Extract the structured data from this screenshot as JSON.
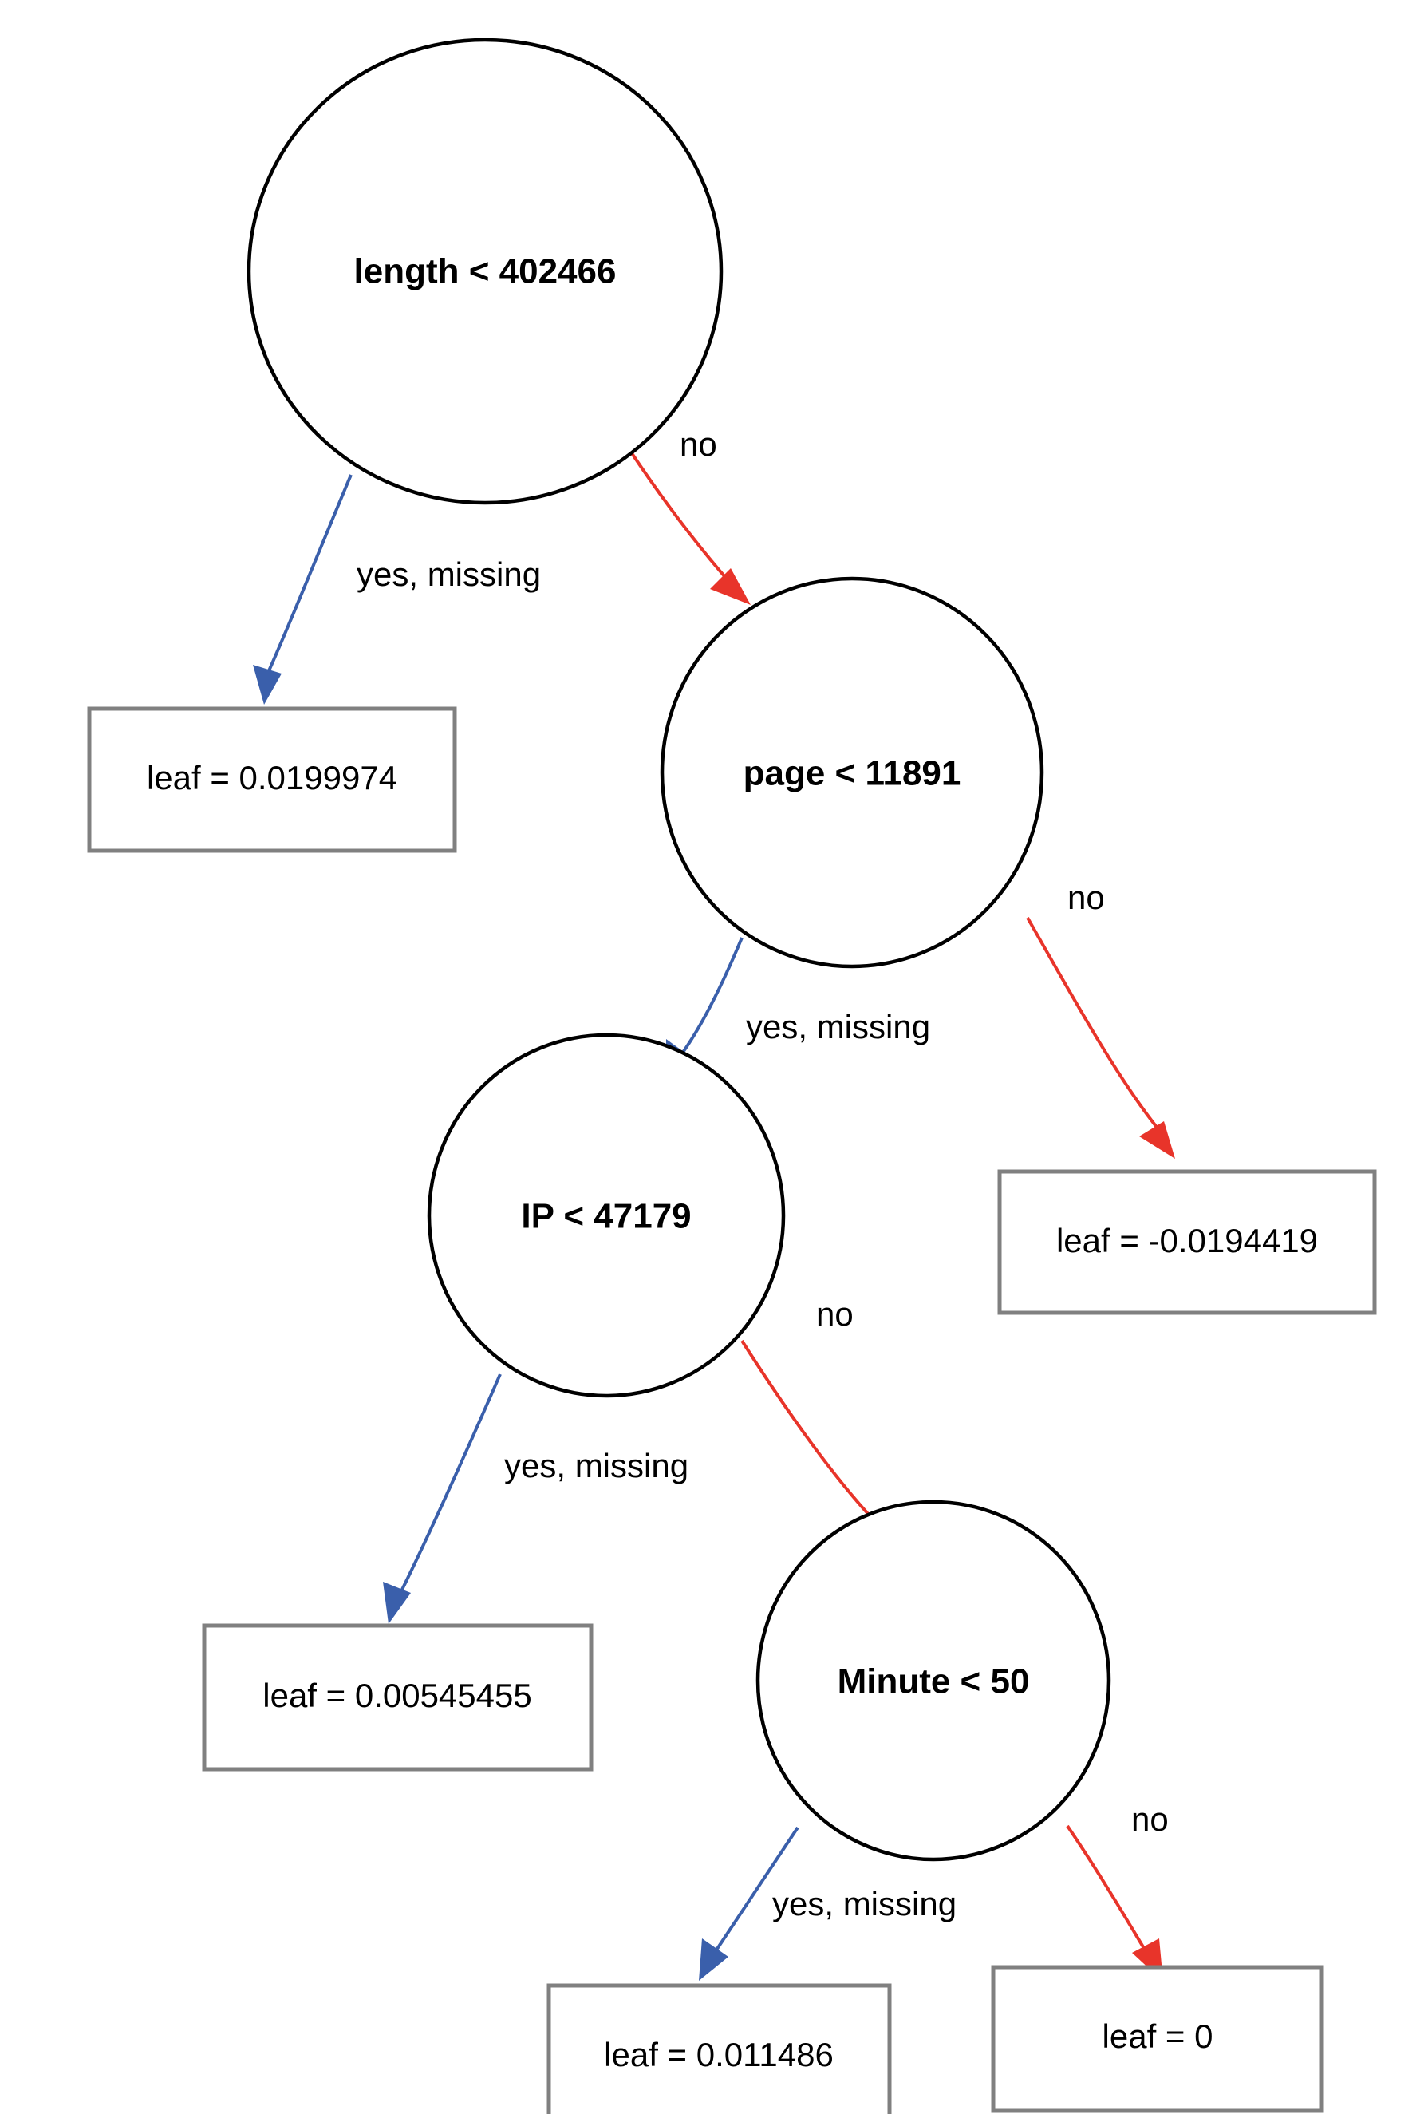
{
  "diagram": {
    "type": "decision-tree",
    "title": "",
    "colors": {
      "yes_edge": "#3a5fab",
      "no_edge": "#e8342a",
      "node_stroke": "#000000",
      "leaf_stroke": "#808080",
      "background": "#ffffff",
      "text": "#000000"
    },
    "edge_labels": {
      "yes": "yes, missing",
      "no": "no"
    },
    "nodes": [
      {
        "id": "n0",
        "kind": "split",
        "label": "length < 402466"
      },
      {
        "id": "n1",
        "kind": "leaf",
        "label": "leaf = 0.0199974"
      },
      {
        "id": "n2",
        "kind": "split",
        "label": "page < 11891"
      },
      {
        "id": "n3",
        "kind": "split",
        "label": "IP < 47179"
      },
      {
        "id": "n4",
        "kind": "leaf",
        "label": "leaf = -0.0194419"
      },
      {
        "id": "n5",
        "kind": "leaf",
        "label": "leaf = 0.00545455"
      },
      {
        "id": "n6",
        "kind": "split",
        "label": "Minute < 50"
      },
      {
        "id": "n7",
        "kind": "leaf",
        "label": "leaf = 0.011486"
      },
      {
        "id": "n8",
        "kind": "leaf",
        "label": "leaf = 0"
      }
    ],
    "edges": [
      {
        "from": "n0",
        "to": "n1",
        "branch": "yes",
        "label": "yes, missing"
      },
      {
        "from": "n0",
        "to": "n2",
        "branch": "no",
        "label": "no"
      },
      {
        "from": "n2",
        "to": "n3",
        "branch": "yes",
        "label": "yes, missing"
      },
      {
        "from": "n2",
        "to": "n4",
        "branch": "no",
        "label": "no"
      },
      {
        "from": "n3",
        "to": "n5",
        "branch": "yes",
        "label": "yes, missing"
      },
      {
        "from": "n3",
        "to": "n6",
        "branch": "no",
        "label": "no"
      },
      {
        "from": "n6",
        "to": "n7",
        "branch": "yes",
        "label": "yes, missing"
      },
      {
        "from": "n6",
        "to": "n8",
        "branch": "no",
        "label": "no"
      }
    ]
  }
}
